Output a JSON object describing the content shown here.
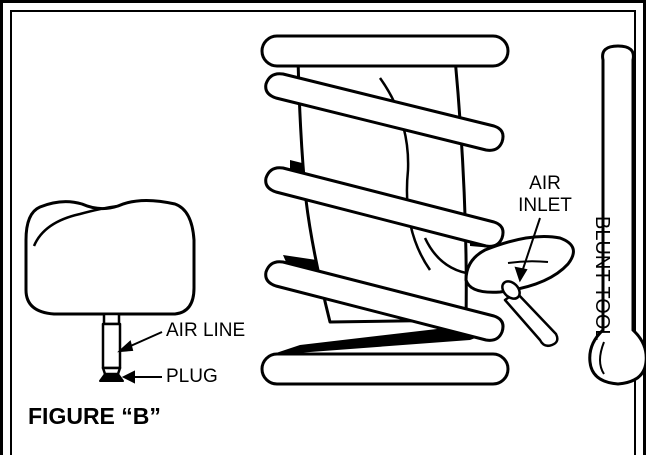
{
  "labels": {
    "air_line": "AIR LINE",
    "plug": "PLUG",
    "air_inlet_line1": "AIR",
    "air_inlet_line2": "INLET",
    "blunt_tool": "BLUNT TOOL"
  },
  "caption": "FIGURE “B”",
  "colors": {
    "ink": "#000000",
    "paper": "#ffffff"
  },
  "icons": [
    "air-bag-cushion-icon",
    "air-spring-coil-icon",
    "blunt-tool-icon"
  ]
}
